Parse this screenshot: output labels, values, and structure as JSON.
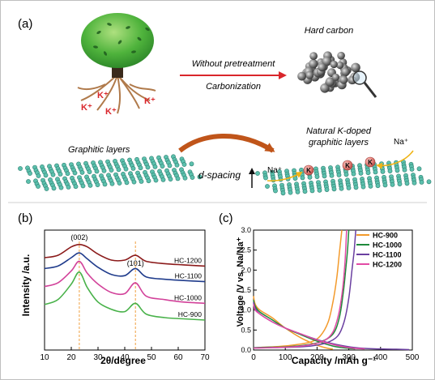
{
  "panel_a": {
    "label": "(a)",
    "ions": [
      "K⁺",
      "K⁺",
      "K⁺",
      "K⁺"
    ],
    "arrow_top": "Without  pretreatment",
    "arrow_bottom": "Carbonization",
    "hard_carbon": "Hard carbon",
    "graphitic_layers": "Graphitic layers",
    "natural_k_line1": "Natural K-doped",
    "natural_k_line2": "graphitic layers",
    "d_spacing": "d-spacing",
    "na_left": "Na⁺",
    "na_right": "Na⁺",
    "k_ball": "K",
    "colors": {
      "red_arrow": "#d9262b",
      "orange_arrow": "#c0551a",
      "graphene": "#4fb6a4",
      "k_ball": "#e7847d"
    }
  },
  "chart_data": [
    {
      "type": "line",
      "panel": "(b)",
      "xlabel": "2θ/degree",
      "ylabel": "Intensity /a.u.",
      "xlim": [
        10,
        70
      ],
      "xticks": [
        "10",
        "20",
        "30",
        "40",
        "50",
        "60",
        "70"
      ],
      "peaks": [
        "(002)",
        "(101)"
      ],
      "reference_lines_x": [
        23,
        44
      ],
      "series": [
        {
          "name": "HC-1200",
          "color": "#8b1a1a",
          "x": [
            10,
            15,
            20,
            23,
            26,
            30,
            35,
            40,
            44,
            48,
            55,
            62,
            70
          ],
          "y": [
            0.77,
            0.79,
            0.86,
            0.88,
            0.86,
            0.8,
            0.75,
            0.75,
            0.79,
            0.74,
            0.72,
            0.71,
            0.7
          ]
        },
        {
          "name": "HC-1100",
          "color": "#203c8c",
          "x": [
            10,
            15,
            20,
            23,
            26,
            30,
            35,
            40,
            44,
            48,
            55,
            62,
            70
          ],
          "y": [
            0.68,
            0.7,
            0.77,
            0.81,
            0.76,
            0.69,
            0.63,
            0.62,
            0.68,
            0.61,
            0.59,
            0.58,
            0.57
          ]
        },
        {
          "name": "HC-1000",
          "color": "#d2429a",
          "x": [
            10,
            15,
            20,
            23,
            26,
            30,
            35,
            40,
            44,
            48,
            55,
            62,
            70
          ],
          "y": [
            0.53,
            0.56,
            0.66,
            0.74,
            0.64,
            0.55,
            0.48,
            0.47,
            0.56,
            0.45,
            0.42,
            0.4,
            0.39
          ]
        },
        {
          "name": "HC-900",
          "color": "#49b24a",
          "x": [
            10,
            15,
            20,
            23,
            26,
            30,
            35,
            40,
            44,
            48,
            55,
            62,
            70
          ],
          "y": [
            0.38,
            0.42,
            0.55,
            0.65,
            0.52,
            0.4,
            0.34,
            0.32,
            0.39,
            0.3,
            0.27,
            0.26,
            0.25
          ]
        }
      ]
    },
    {
      "type": "line",
      "panel": "(c)",
      "xlabel": "Capacity /mAh g⁻¹",
      "ylabel": "Voltage /V vs. Na/Na⁺",
      "xlim": [
        0,
        500
      ],
      "ylim": [
        0,
        3.0
      ],
      "xticks": [
        "0",
        "100",
        "200",
        "300",
        "400",
        "500"
      ],
      "yticks": [
        "0.0",
        "0.5",
        "1.0",
        "1.5",
        "2.0",
        "2.5",
        "3.0"
      ],
      "series": [
        {
          "name": "HC-900",
          "color": "#f39a2b",
          "discharge": {
            "x": [
              0,
              5,
              20,
              60,
              100,
              150,
              200,
              230,
              250
            ],
            "y": [
              1.35,
              1.15,
              1.0,
              0.8,
              0.55,
              0.3,
              0.12,
              0.05,
              0.02
            ]
          },
          "charge": {
            "x": [
              0,
              30,
              80,
              130,
              180,
              210,
              235,
              250,
              262,
              270,
              278
            ],
            "y": [
              0.05,
              0.07,
              0.09,
              0.13,
              0.2,
              0.35,
              0.7,
              1.2,
              1.8,
              2.4,
              3.0
            ]
          }
        },
        {
          "name": "HC-1000",
          "color": "#1e8a3c",
          "discharge": {
            "x": [
              0,
              5,
              20,
              60,
              100,
              150,
              200,
              250,
              290,
              320
            ],
            "y": [
              1.25,
              1.1,
              0.95,
              0.75,
              0.55,
              0.38,
              0.22,
              0.1,
              0.05,
              0.03
            ]
          },
          "charge": {
            "x": [
              0,
              50,
              100,
              160,
              210,
              250,
              270,
              282,
              290,
              296,
              300
            ],
            "y": [
              0.06,
              0.07,
              0.08,
              0.12,
              0.2,
              0.4,
              0.8,
              1.4,
              2.0,
              2.5,
              3.0
            ]
          }
        },
        {
          "name": "HC-1100",
          "color": "#6a3fa0",
          "discharge": {
            "x": [
              0,
              5,
              20,
              60,
              100,
              150,
              200,
              260,
              320,
              380,
              450,
              490
            ],
            "y": [
              1.2,
              1.05,
              0.9,
              0.7,
              0.55,
              0.4,
              0.26,
              0.14,
              0.06,
              0.03,
              0.02,
              0.01
            ]
          },
          "charge": {
            "x": [
              0,
              60,
              120,
              180,
              230,
              265,
              285,
              300,
              310,
              317,
              322
            ],
            "y": [
              0.05,
              0.06,
              0.07,
              0.1,
              0.18,
              0.35,
              0.7,
              1.3,
              2.0,
              2.5,
              3.0
            ]
          }
        },
        {
          "name": "HC-1200",
          "color": "#e24ba5",
          "discharge": {
            "x": [
              0,
              5,
              20,
              60,
              100,
              150,
              200,
              260,
              310,
              350
            ],
            "y": [
              1.15,
              1.0,
              0.9,
              0.7,
              0.55,
              0.4,
              0.25,
              0.12,
              0.05,
              0.03
            ]
          },
          "charge": {
            "x": [
              0,
              60,
              120,
              170,
              220,
              250,
              268,
              280,
              288,
              293
            ],
            "y": [
              0.05,
              0.06,
              0.08,
              0.12,
              0.22,
              0.45,
              0.9,
              1.5,
              2.2,
              3.0
            ]
          }
        }
      ]
    }
  ]
}
